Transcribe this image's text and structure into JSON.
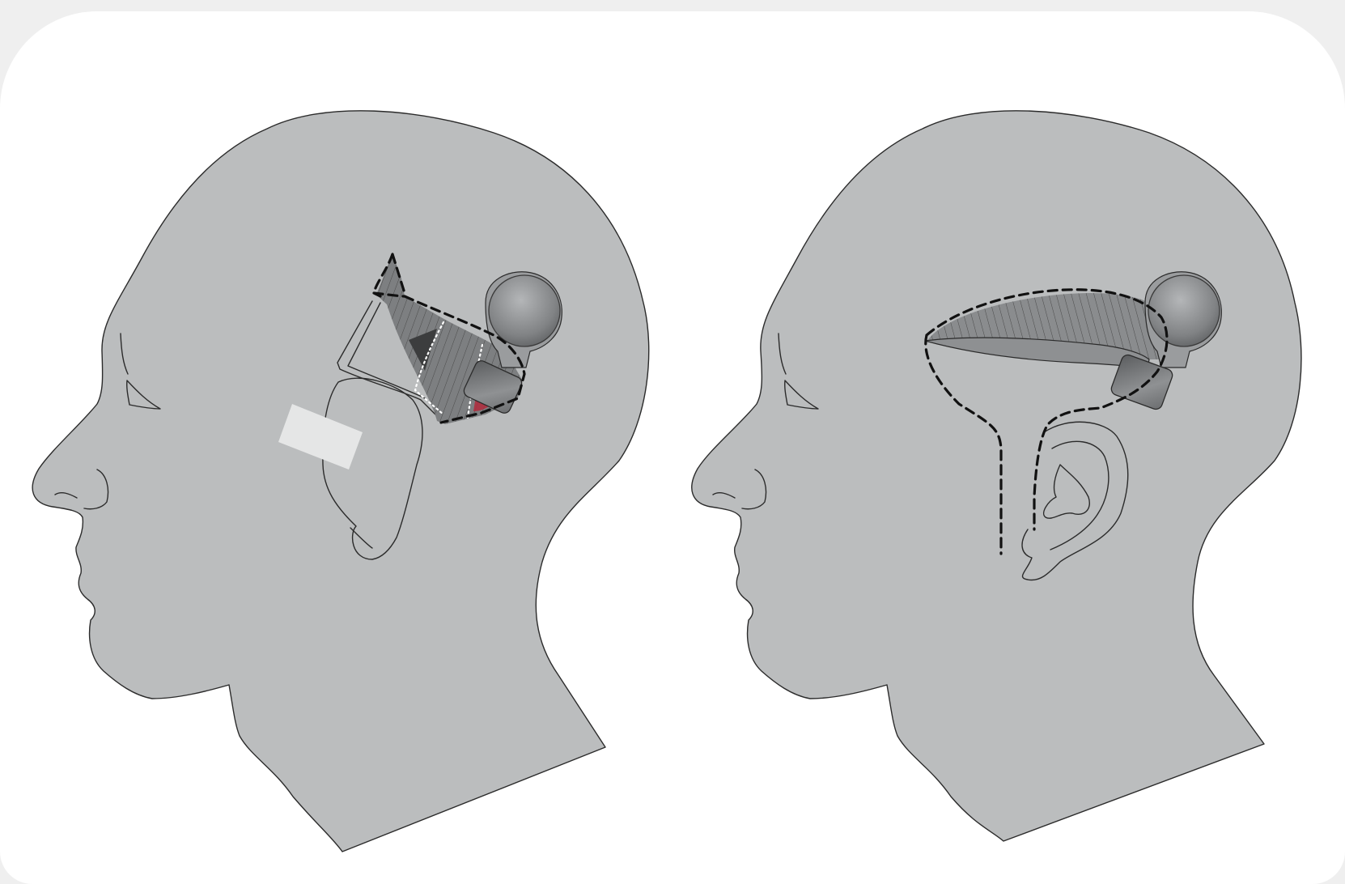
{
  "figure": {
    "panels": [
      {
        "id": "left",
        "features": [
          "head-outline",
          "ear-outline",
          "scalp-flap",
          "implant-receiver",
          "red-muscle-area",
          "gray-rectangle-marker"
        ]
      },
      {
        "id": "right",
        "features": [
          "head-outline",
          "ear-outline",
          "dashed-incision",
          "elongated-flap",
          "implant-receiver"
        ]
      }
    ],
    "colors": {
      "head_fill": "#bbbdbe",
      "flap_fill": "#7d7f81",
      "implant_fill": "#8c8e90",
      "accent_red": "#b02a3c",
      "marker_fill": "#e5e6e6",
      "background": "#ffffff"
    }
  }
}
